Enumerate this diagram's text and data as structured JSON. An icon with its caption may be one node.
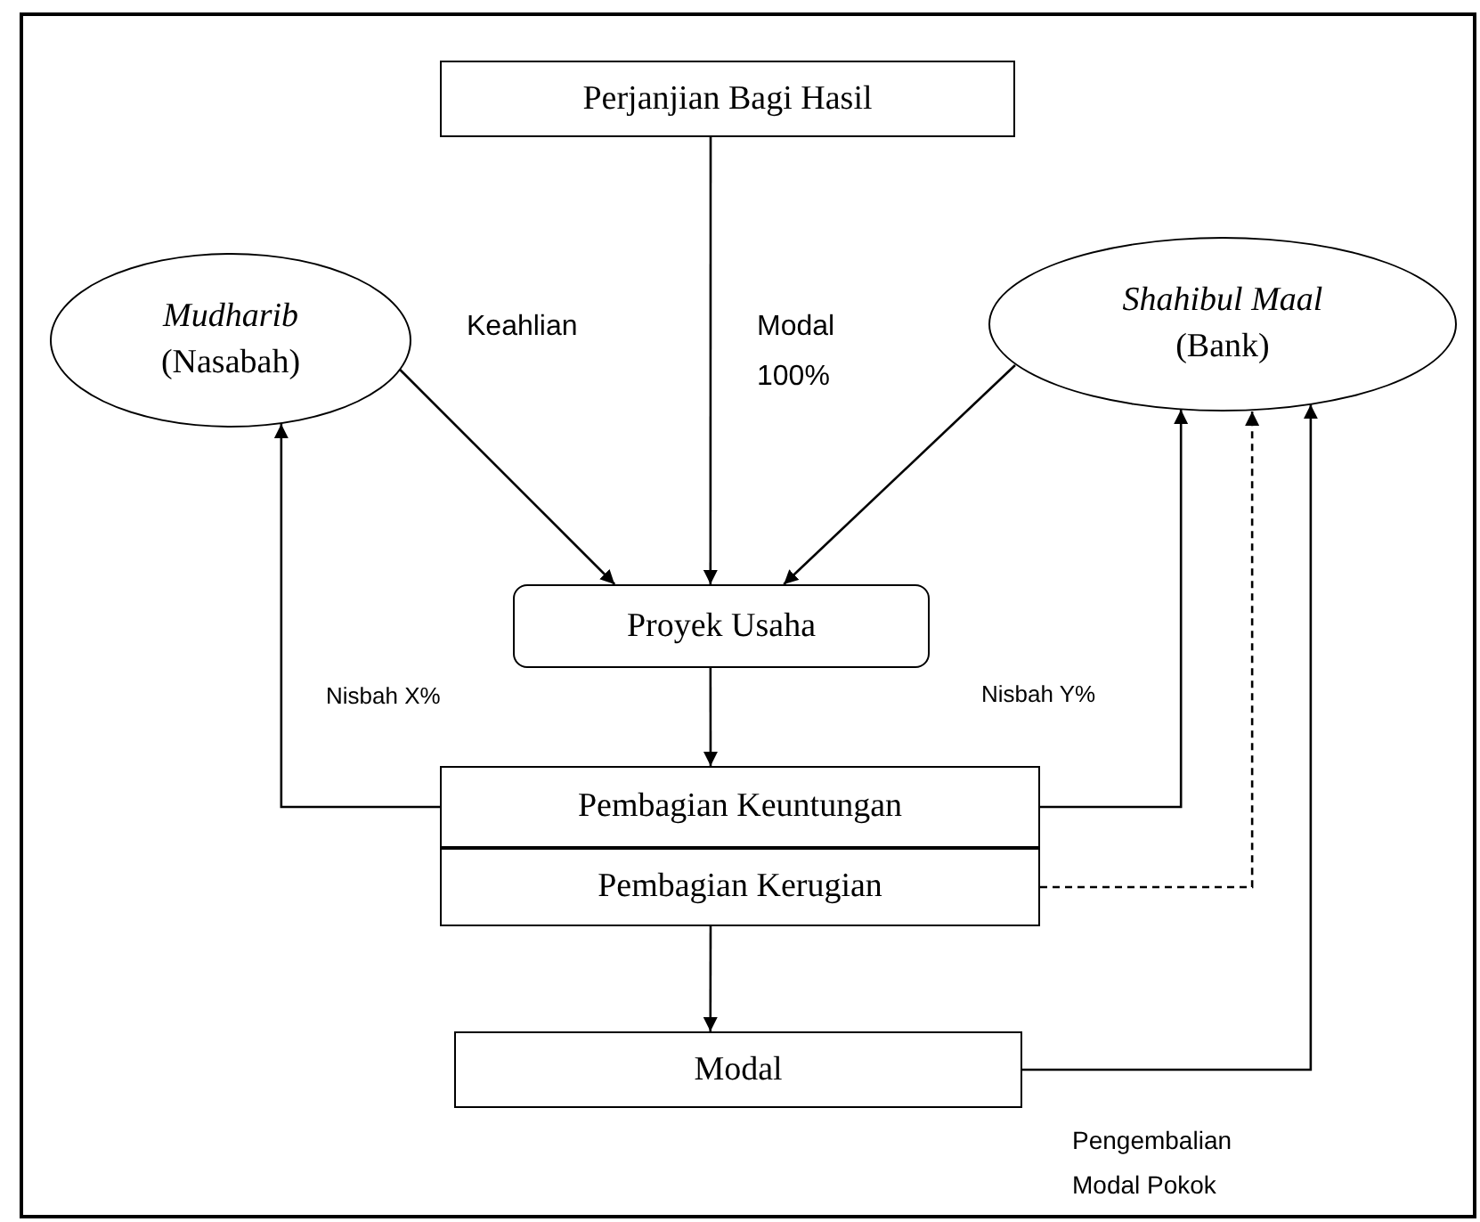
{
  "diagram": {
    "nodes": [
      {
        "text": [
          "Perjanjian Bagi Hasil"
        ]
      },
      {
        "text": [
          "Mudharib",
          "(Nasabah)"
        ]
      },
      {
        "text": [
          "Shahibul Maal",
          "(Bank)"
        ]
      },
      {
        "text": [
          "Proyek Usaha"
        ]
      },
      {
        "text": [
          "Pembagian Keuntungan"
        ]
      },
      {
        "text": [
          "Pembagian Kerugian"
        ]
      },
      {
        "text": [
          "Modal"
        ]
      }
    ],
    "edges": [
      {
        "from": 1,
        "to": 3,
        "arrow": "to",
        "label": "Keahlian"
      },
      {
        "from": 0,
        "to": 3,
        "arrow": "to",
        "label": "Modal 100%"
      },
      {
        "from": 2,
        "to": 3,
        "arrow": "to"
      },
      {
        "from": 3,
        "to": 4,
        "arrow": "to"
      },
      {
        "from": 4,
        "to": 1,
        "arrow": "to",
        "label": "Nisbah X%"
      },
      {
        "from": 4,
        "to": 2,
        "arrow": "to",
        "label": "Nisbah Y%"
      },
      {
        "from": 5,
        "to": 2,
        "arrow": "to",
        "style": "dashed"
      },
      {
        "from": 6,
        "to": 2,
        "arrow": "to",
        "label": "Pengembalian Modal Pokok"
      },
      {
        "from": 5,
        "to": 6,
        "arrow": "to"
      }
    ]
  }
}
